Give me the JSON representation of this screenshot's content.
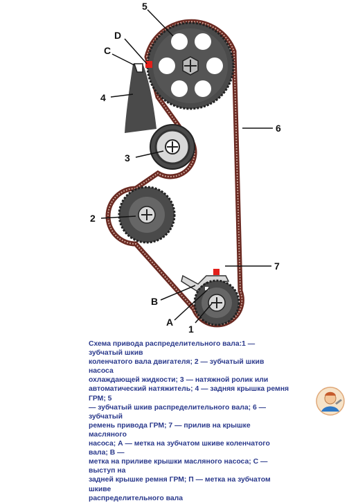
{
  "callouts": {
    "c1": "1",
    "c2": "2",
    "c3": "3",
    "c4": "4",
    "c5": "5",
    "c6": "6",
    "c7": "7",
    "cA": "A",
    "cB": "B",
    "cC": "C",
    "cD": "D"
  },
  "caption": "Схема привода распределительного вала:1 — зубчатый шкив\nколенчатого вала двигателя; 2 — зубчатый шкив насоса\nохлаждающей жидкости; 3 — натяжной ролик или\nавтоматический натяжитель; 4 — задняя крышка ремня ГРМ; 5\n— зубчатый шкив распределительного вала; 6 — зубчатый\nремень привода ГРМ; 7 — прилив на крышке масляного\nнасоса; А — метка на зубчатом шкиве коленчатого вала; В —\nметка на приливе крышки масляного насоса; С — выступ на\nзадней крышке ремня ГРМ; П — метка на зубчатом шкиве\nраспределительного вала",
  "colors": {
    "belt": "#6b2a22",
    "pulley": "#4a4a4a",
    "hub": "#d8d8d8",
    "caption_text": "#2b3a8c",
    "mark_red": "#e3201b"
  },
  "icons": {
    "logo": "mechanic-mascot-logo"
  }
}
